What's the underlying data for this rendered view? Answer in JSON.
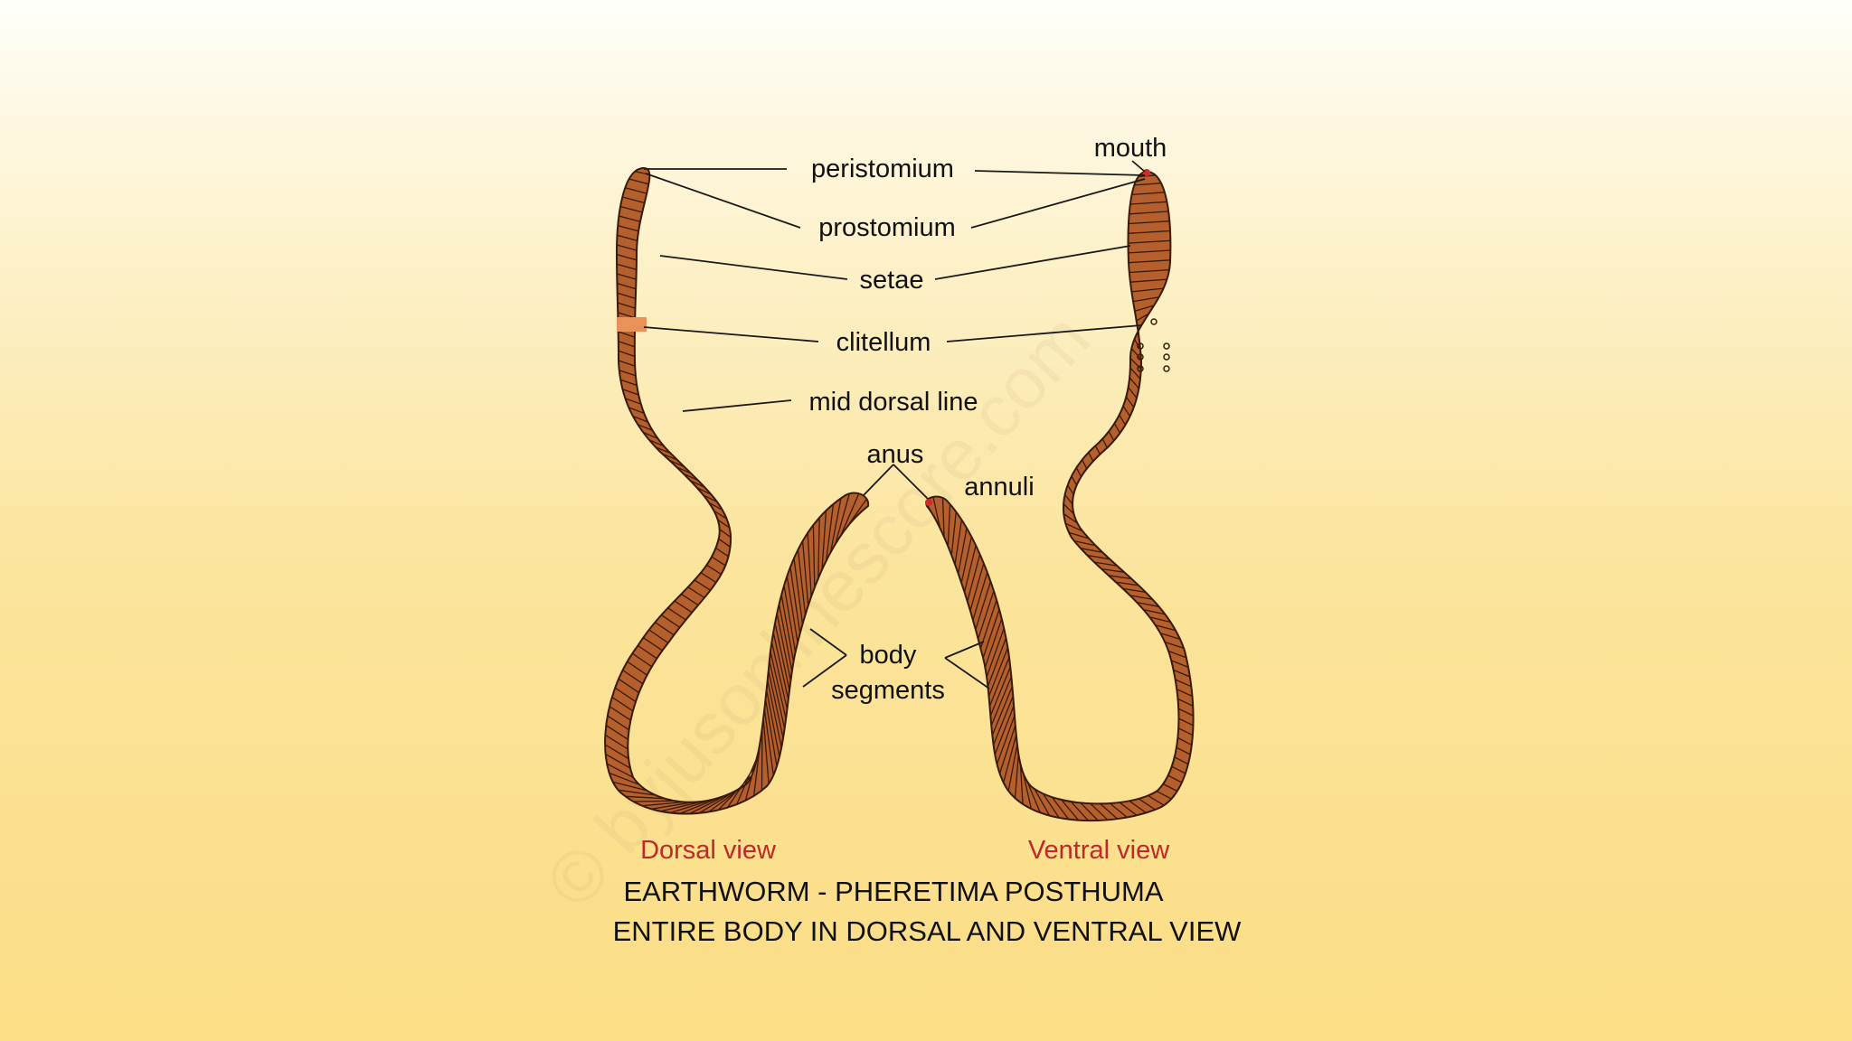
{
  "watermark": "© byjusonlinescore.com",
  "labels": {
    "mouth": "mouth",
    "peristomium": "peristomium",
    "prostomium": "prostomium",
    "setae": "setae",
    "clitellum": "clitellum",
    "mid_dorsal_line": "mid dorsal line",
    "anus": "anus",
    "annuli": "annuli",
    "body": "body",
    "segments": "segments"
  },
  "views": {
    "dorsal": "Dorsal view",
    "ventral": "Ventral view"
  },
  "caption": {
    "line1": "EARTHWORM - PHERETIMA POSTHUMA",
    "line2": "ENTIRE BODY IN DORSAL AND VENTRAL VIEW"
  },
  "colors": {
    "worm_body": "#b5602c",
    "worm_outline": "#3a1a08",
    "segment_line": "#3a1a08",
    "clitellum": "#e8925a",
    "view_label": "#c0282a",
    "mouth_dot": "#d02a2a"
  }
}
